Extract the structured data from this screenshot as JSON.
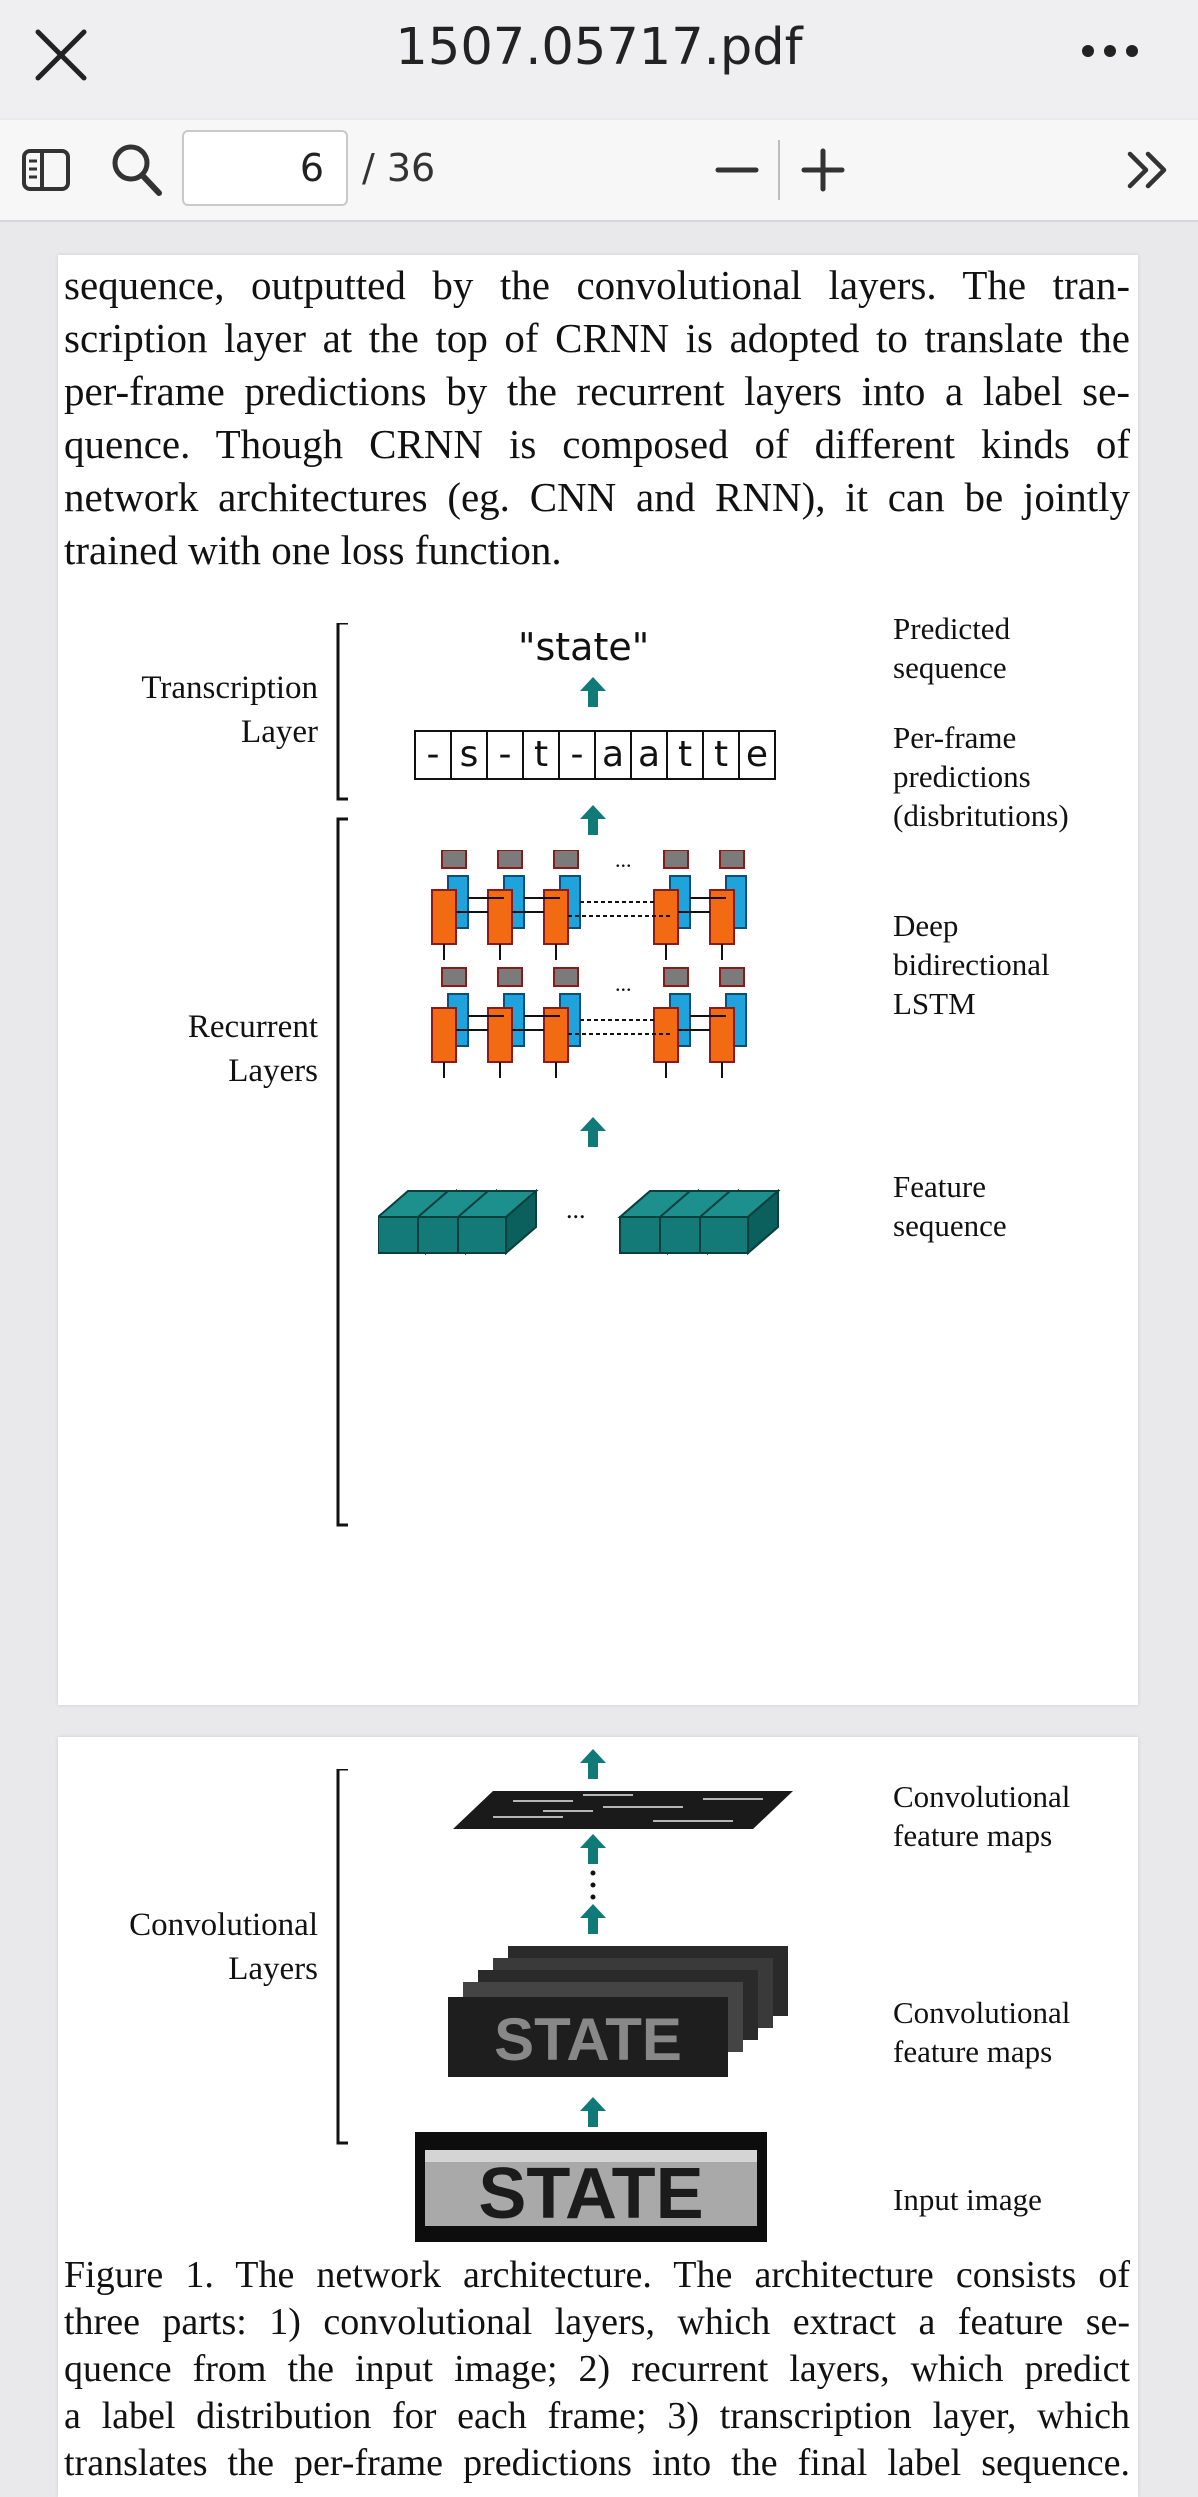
{
  "header": {
    "title": "1507.05717.pdf",
    "close_icon": "close-icon",
    "more_icon": "more-options-icon"
  },
  "toolbar": {
    "sidebar_icon": "sidebar-toggle-icon",
    "search_icon": "search-icon",
    "page_current": "6",
    "page_total": "/ 36",
    "zoom_out_icon": "minus-icon",
    "zoom_in_icon": "plus-icon",
    "next_icon": "double-chevron-right-icon"
  },
  "page1": {
    "body_lines": [
      "sequence, outputted by the convolutional layers. The tran-",
      "scription layer at the top of CRNN is adopted to translate the",
      "per-frame predictions by the recurrent layers into a label se-",
      "quence. Though CRNN is composed of different kinds of",
      "network architectures (eg. CNN and RNN), it can be jointly",
      "trained with one loss function."
    ],
    "figure": {
      "left_labels": {
        "transcription_1": "Transcription",
        "transcription_2": "Layer",
        "recurrent_1": "Recurrent",
        "recurrent_2": "Layers"
      },
      "predicted_word": "\"state\"",
      "frame_predictions": [
        "-",
        "s",
        "-",
        "t",
        "-",
        "a",
        "a",
        "t",
        "t",
        "e"
      ],
      "ellipsis": "...",
      "right_labels": {
        "predicted_1": "Predicted",
        "predicted_2": "sequence",
        "perframe_1": "Per-frame",
        "perframe_2": "predictions",
        "perframe_3": "(disbritutions)",
        "lstm_1": "Deep",
        "lstm_2": "bidirectional",
        "lstm_3": "LSTM",
        "feature_1": "Feature",
        "feature_2": "sequence"
      }
    }
  },
  "page2": {
    "left_labels": {
      "conv_1": "Convolutional",
      "conv_2": "Layers"
    },
    "right_labels": {
      "fm_top_1": "Convolutional",
      "fm_top_2": "feature maps",
      "fm_mid_1": "Convolutional",
      "fm_mid_2": "feature maps",
      "input": "Input image"
    },
    "image_text": "STATE",
    "caption_lines": [
      "Figure 1. The network architecture. The architecture consists of",
      "three parts: 1) convolutional layers, which extract a feature se-",
      "quence from the input image; 2) recurrent layers, which predict",
      "a label distribution for each frame; 3) transcription layer, which",
      "translates the per-frame predictions into the final label sequence."
    ]
  },
  "colors": {
    "teal": "#0f7a78",
    "lstm_orange": "#f26b12",
    "lstm_blue": "#1fa3dc",
    "lstm_gray": "#7b7b7b",
    "lstm_border": "#8b1a1a"
  }
}
